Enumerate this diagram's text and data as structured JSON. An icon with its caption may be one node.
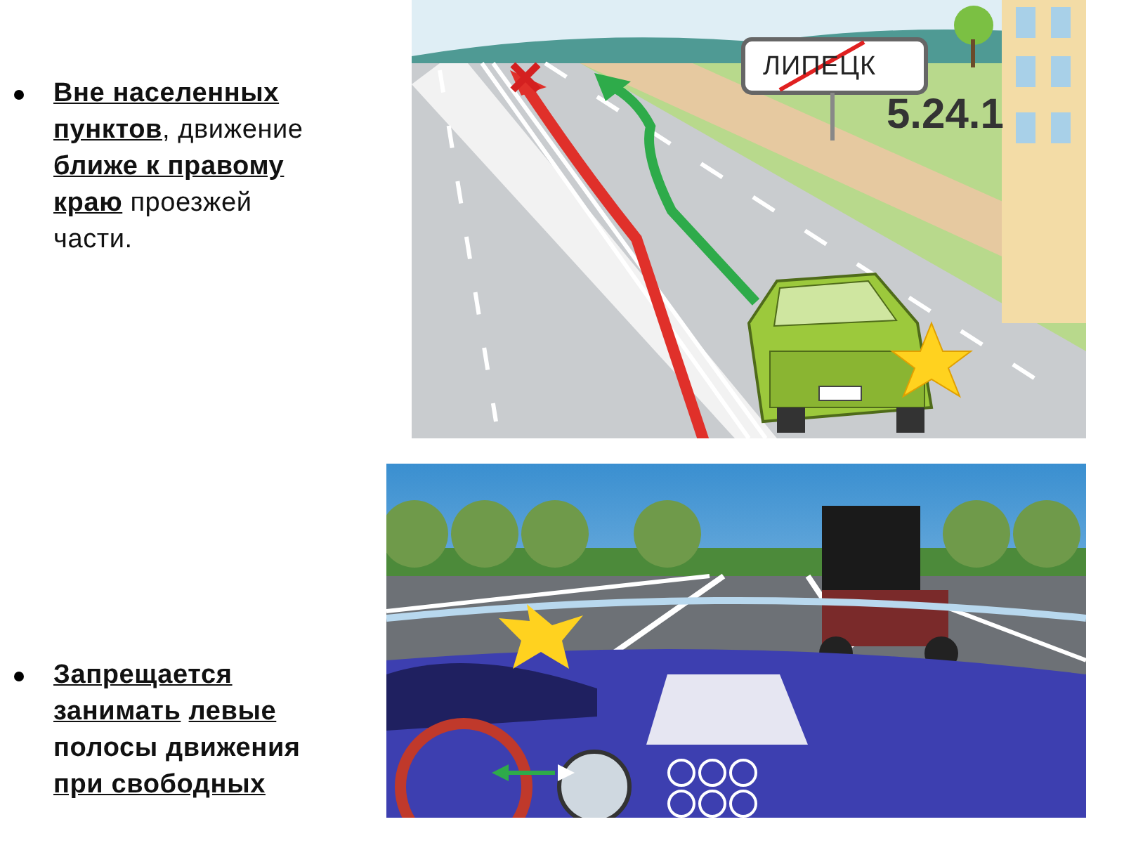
{
  "diagram": {
    "labels": [
      "**Вне населенных пунктов**, движение **ближе к правому краю** проезжей части.",
      "**Запрещается занимать** **левые** полосы движения **при свободных**",
      "ЛИПЕЦК",
      "5.24.1"
    ]
  }
}
